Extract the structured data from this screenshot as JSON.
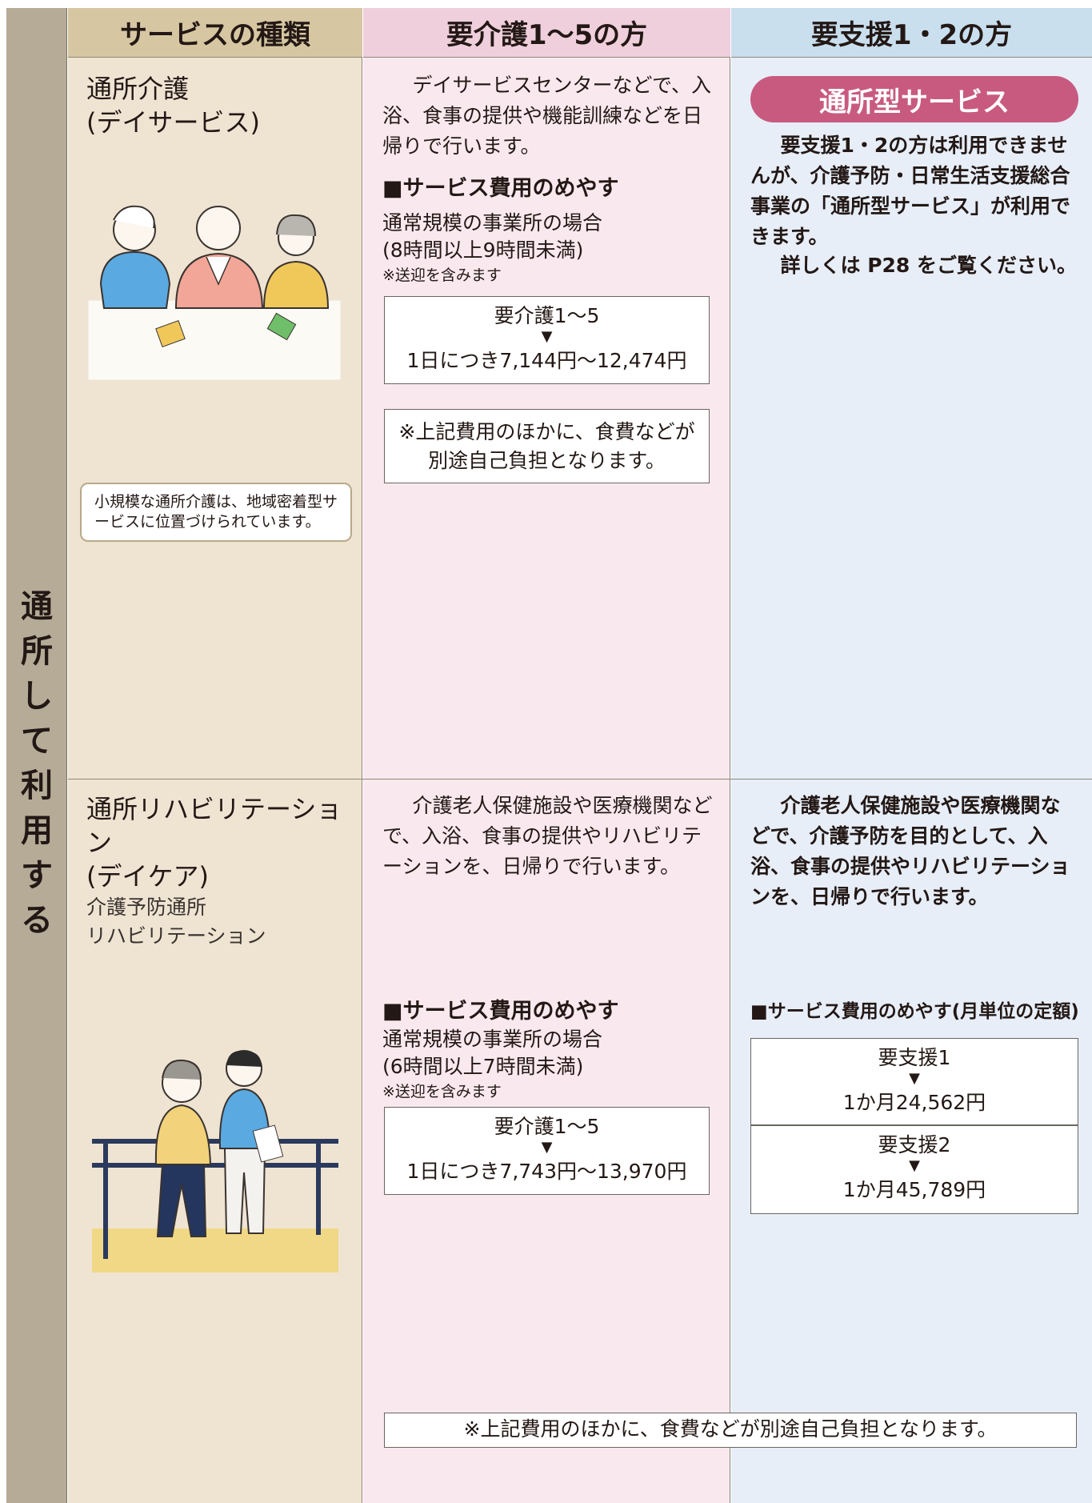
{
  "side_label": "通所して利用する",
  "headers": {
    "service_type": "サービスの種類",
    "care": "要介護1〜5の方",
    "support": "要支援1・2の方"
  },
  "row1": {
    "service_title_1": "通所介護",
    "service_title_2": "(デイサービス)",
    "note": "小規模な通所介護は、地域密着型サービスに位置づけられています。",
    "care_intro": "デイサービスセンターなどで、入浴、食事の提供や機能訓練などを日帰りで行います。",
    "cost_heading": "■サービス費用のめやす",
    "cost_cond_1": "通常規模の事業所の場合",
    "cost_cond_2": "(8時間以上9時間未満)",
    "cost_cond_3": "※送迎を含みます",
    "fee_level": "要介護1〜5",
    "fee_arrow": "▼",
    "fee_value": "1日につき7,144円〜12,474円",
    "extra_note_1": "※上記費用のほかに、食費などが",
    "extra_note_2": "別途自己負担となります。",
    "support_pill": "通所型サービス",
    "support_text": "要支援1・2の方は利用できませんが、介護予防・日常生活支援総合事業の「通所型サービス」が利用できます。",
    "support_ref": "詳しくは P28 をご覧ください。"
  },
  "row2": {
    "service_title_1": "通所リハビリテーション",
    "service_title_2": "(デイケア)",
    "service_sub_1": "介護予防通所",
    "service_sub_2": "リハビリテーション",
    "care_intro": "介護老人保健施設や医療機関などで、入浴、食事の提供やリハビリテーションを、日帰りで行います。",
    "cost_heading": "■サービス費用のめやす",
    "cost_cond_1": "通常規模の事業所の場合",
    "cost_cond_2": "(6時間以上7時間未満)",
    "cost_cond_3": "※送迎を含みます",
    "fee_level": "要介護1〜5",
    "fee_arrow": "▼",
    "fee_value": "1日につき7,743円〜13,970円",
    "support_intro": "介護老人保健施設や医療機関などで、介護予防を目的として、入浴、食事の提供やリハビリテーションを、日帰りで行います。",
    "support_cost_heading": "■サービス費用のめやす(月単位の定額)",
    "support_fee_1_level": "要支援1",
    "support_fee_1_value": "1か月24,562円",
    "support_fee_2_level": "要支援2",
    "support_fee_2_value": "1か月45,789円",
    "bottom_note": "※上記費用のほかに、食費などが別途自己負担となります。"
  }
}
